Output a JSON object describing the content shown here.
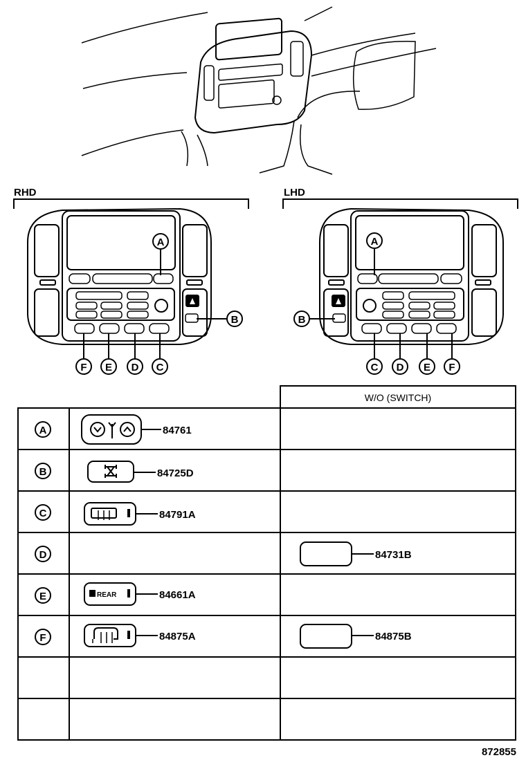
{
  "variants": {
    "rhd": "RHD",
    "lhd": "LHD"
  },
  "callouts": [
    "A",
    "B",
    "C",
    "D",
    "E",
    "F"
  ],
  "table": {
    "column_header": "W/O (SWITCH)",
    "rows": [
      {
        "key": "A",
        "part": "84761",
        "icon": "radio-seek-antenna-icon",
        "alt_part": ""
      },
      {
        "key": "B",
        "part": "84725D",
        "icon": "four-wheel-drive-icon",
        "alt_part": ""
      },
      {
        "key": "C",
        "part": "84791A",
        "icon": "rear-defogger-icon",
        "alt_part": ""
      },
      {
        "key": "D",
        "part": "",
        "icon": "",
        "alt_part": "84731B"
      },
      {
        "key": "E",
        "part": "84661A",
        "icon": "rear-fan-icon",
        "icon_text": "REAR",
        "alt_part": ""
      },
      {
        "key": "F",
        "part": "84875A",
        "icon": "rear-seat-heater-icon",
        "alt_part": "84875B"
      },
      {
        "key": "",
        "part": "",
        "alt_part": ""
      },
      {
        "key": "",
        "part": "",
        "alt_part": ""
      }
    ]
  },
  "figure_number": "872855"
}
